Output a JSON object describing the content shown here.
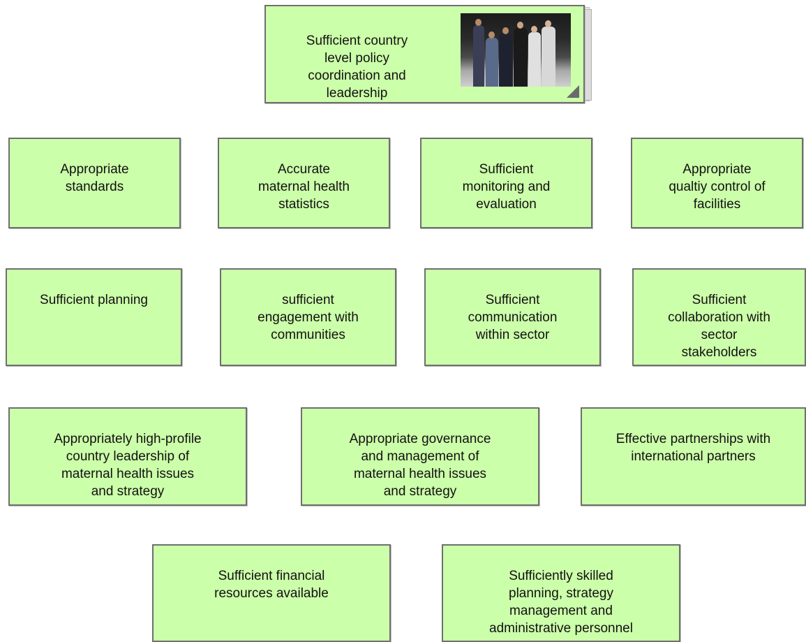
{
  "root": {
    "text": "Sufficient country\nlevel policy\ncoordination and\nleadership",
    "photo_icon": "group-photo"
  },
  "row1": [
    "Appropriate\nstandards",
    "Accurate\nmaternal health\nstatistics",
    "Sufficient\nmonitoring and\nevaluation",
    "Appropriate\nqualtiy control of\nfacilities"
  ],
  "row2": [
    "Sufficient planning",
    "sufficient\nengagement with\ncommunities",
    "Sufficient\ncommunication\nwithin sector",
    "Sufficient\ncollaboration with\nsector\nstakeholders"
  ],
  "row3": [
    "Appropriately high-profile\ncountry leadership of\nmaternal health issues\nand strategy",
    "Appropriate governance\nand management of\nmaternal health issues\nand strategy",
    "Effective partnerships with\ninternational partners"
  ],
  "row4": [
    "Sufficient financial\nresources available",
    "Sufficiently skilled\nplanning, strategy\nmanagement and\nadministrative personnel"
  ],
  "colors": {
    "node_fill": "#ccffaa",
    "node_border": "#6f6f6f"
  }
}
